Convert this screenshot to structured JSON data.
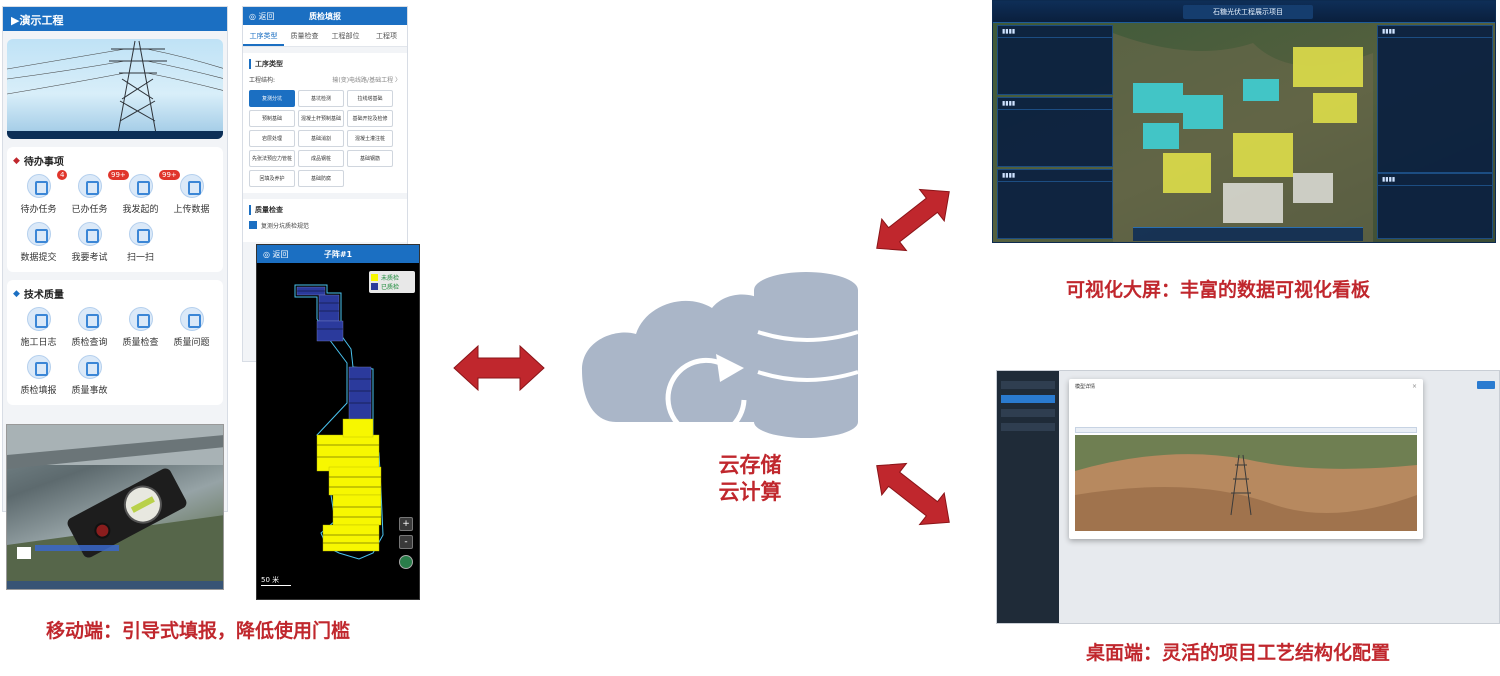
{
  "mobile": {
    "project_title": "▶演示工程",
    "todo": {
      "title": "待办事项",
      "items": [
        {
          "label": "待办任务",
          "badge": "4"
        },
        {
          "label": "已办任务",
          "badge": "99+"
        },
        {
          "label": "我发起的",
          "badge": "99+"
        },
        {
          "label": "上传数据",
          "badge": ""
        },
        {
          "label": "数据提交",
          "badge": ""
        },
        {
          "label": "我要考试",
          "badge": ""
        },
        {
          "label": "扫一扫",
          "badge": ""
        }
      ]
    },
    "tech": {
      "title": "技术质量",
      "items": [
        "施工日志",
        "质检查询",
        "质量检查",
        "质量问题",
        "质检填报",
        "质量事故"
      ]
    }
  },
  "quality_form": {
    "back": "◎ 返回",
    "title": "质检填报",
    "tabs": [
      "工序类型",
      "质量检查",
      "工程部位",
      "工程项"
    ],
    "section_title": "工序类型",
    "structure_label": "工程结构:",
    "structure_value": "输(变)电线路/基础工程 〉",
    "chips": [
      "复测分坑",
      "基坑检测",
      "拉线塔基础",
      "预制基础",
      "混凝土杆预制基础",
      "基础开挖及检修",
      "岩层处理",
      "基础消割",
      "混凝土灌注桩",
      "先张法预应力管桩",
      "成品钢桩",
      "基础钢筋",
      "回填及养护",
      "基础防腐"
    ],
    "section2_title": "质量检查",
    "check_item": "复测分坑质检规范"
  },
  "map_phone": {
    "back": "◎ 返回",
    "title": "子阵#1",
    "legend": [
      "未质检",
      "已质检"
    ],
    "zoom_in": "+",
    "zoom_out": "-",
    "scale": "50 米",
    "colors": {
      "unchecked": "#f7f700",
      "checked": "#2b3a9c",
      "outline": "#4ac3f0"
    }
  },
  "cloud": {
    "line1": "云存储",
    "line2": "云计算",
    "color": "#aab6c8"
  },
  "dashboard": {
    "title": "石糖光伏工程展示项目",
    "caption": "可视化大屏：丰富的数据可视化看板"
  },
  "desktop": {
    "modal_title": "模型详情",
    "caption": "桌面端：灵活的项目工艺结构化配置"
  },
  "mobile_caption": "移动端：引导式填报，降低使用门槛",
  "accent": "#c0272d"
}
